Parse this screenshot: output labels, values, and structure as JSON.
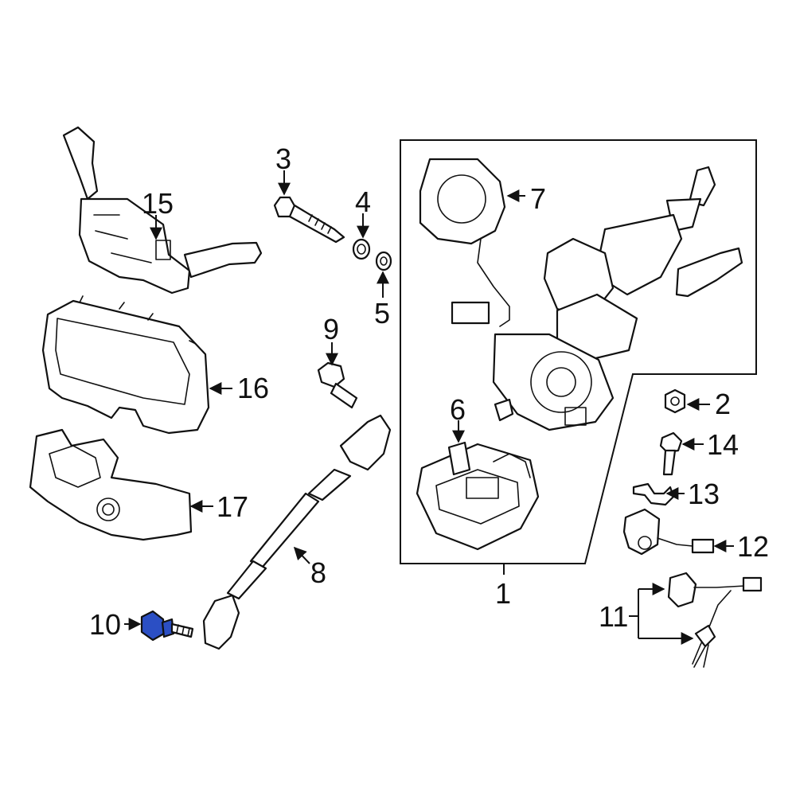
{
  "callouts": {
    "c1": "1",
    "c2": "2",
    "c3": "3",
    "c4": "4",
    "c5": "5",
    "c6": "6",
    "c7": "7",
    "c8": "8",
    "c9": "9",
    "c10": "10",
    "c11": "11",
    "c12": "12",
    "c13": "13",
    "c14": "14",
    "c15": "15",
    "c16": "16",
    "c17": "17"
  },
  "colors": {
    "highlight": "#2b4fc4",
    "line": "#111111"
  },
  "highlighted_part": "10"
}
